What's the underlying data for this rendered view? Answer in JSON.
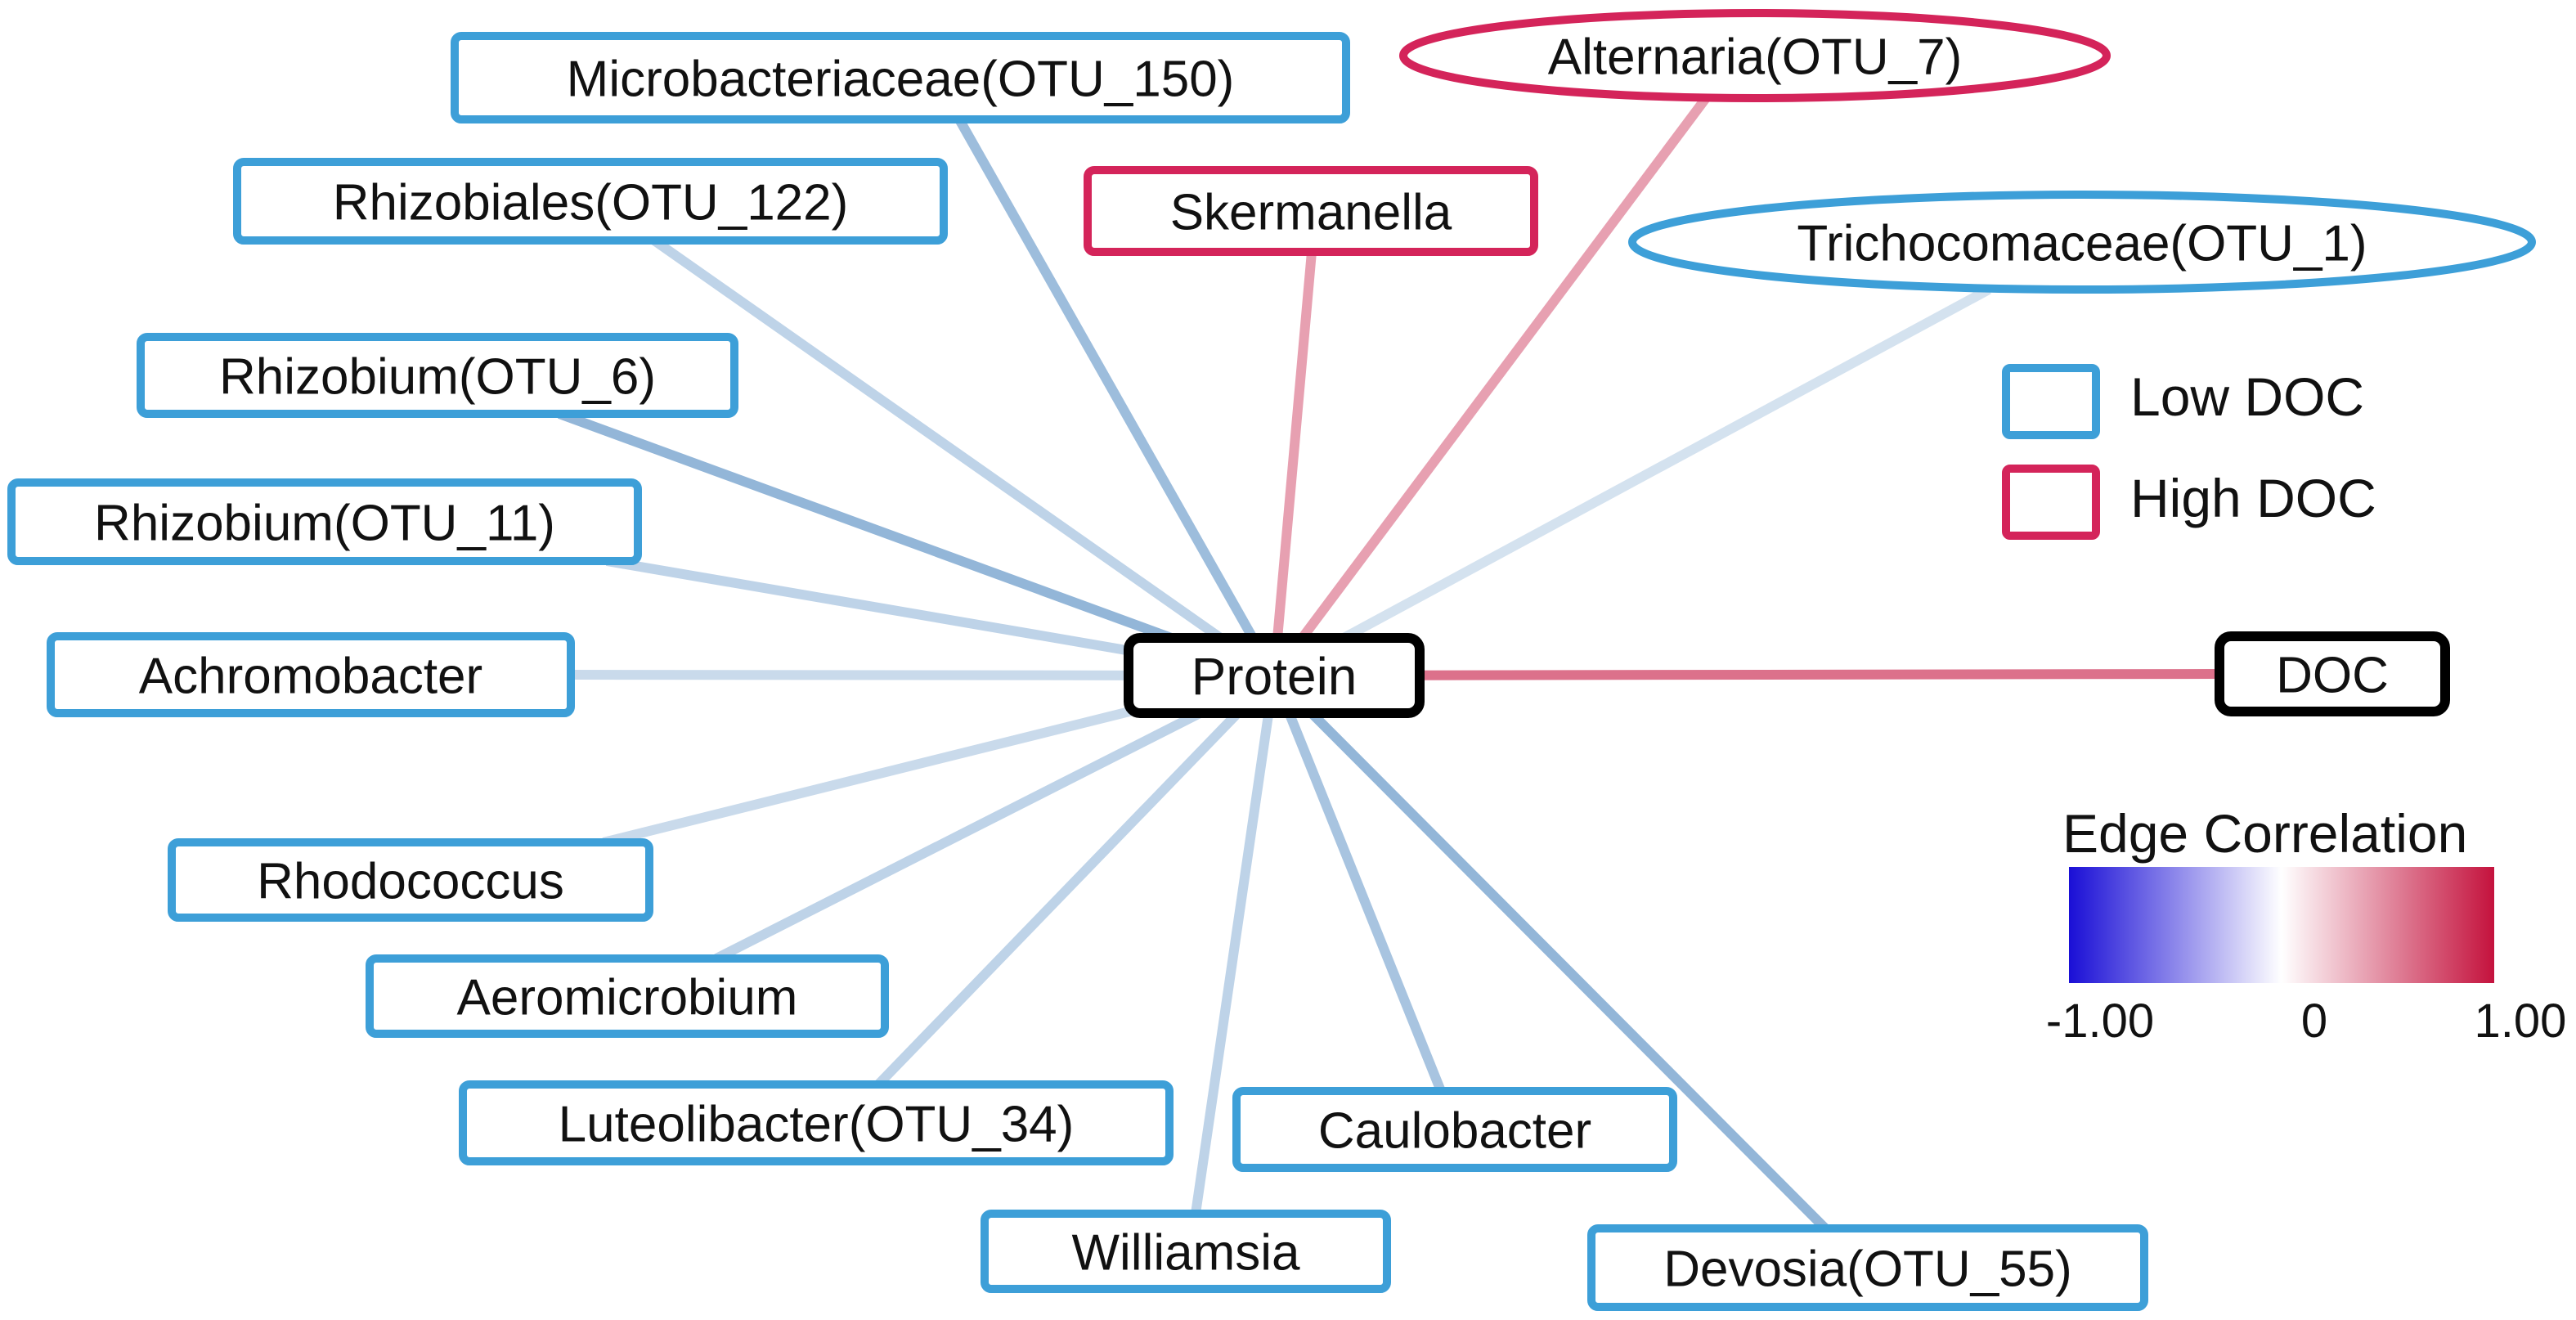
{
  "center": {
    "label": "Protein",
    "style": "hub"
  },
  "nodes": [
    {
      "id": "microbacteriaceae",
      "label": "Microbacteriaceae(OTU_150)",
      "group": "low",
      "shape": "rect"
    },
    {
      "id": "alternaria",
      "label": "Alternaria(OTU_7)",
      "group": "high",
      "shape": "ellipse"
    },
    {
      "id": "skermanella",
      "label": "Skermanella",
      "group": "high",
      "shape": "rect"
    },
    {
      "id": "rhizobiales",
      "label": "Rhizobiales(OTU_122)",
      "group": "low",
      "shape": "rect"
    },
    {
      "id": "trichocomaceae",
      "label": "Trichocomaceae(OTU_1)",
      "group": "low",
      "shape": "ellipse"
    },
    {
      "id": "rhizobium6",
      "label": "Rhizobium(OTU_6)",
      "group": "low",
      "shape": "rect"
    },
    {
      "id": "rhizobium11",
      "label": "Rhizobium(OTU_11)",
      "group": "low",
      "shape": "rect"
    },
    {
      "id": "achromobacter",
      "label": "Achromobacter",
      "group": "low",
      "shape": "rect"
    },
    {
      "id": "doc",
      "label": "DOC",
      "group": "hub",
      "shape": "rect"
    },
    {
      "id": "rhodococcus",
      "label": "Rhodococcus",
      "group": "low",
      "shape": "rect"
    },
    {
      "id": "aeromicrobium",
      "label": "Aeromicrobium",
      "group": "low",
      "shape": "rect"
    },
    {
      "id": "luteolibacter",
      "label": "Luteolibacter(OTU_34)",
      "group": "low",
      "shape": "rect"
    },
    {
      "id": "caulobacter",
      "label": "Caulobacter",
      "group": "low",
      "shape": "rect"
    },
    {
      "id": "williamsia",
      "label": "Williamsia",
      "group": "low",
      "shape": "rect"
    },
    {
      "id": "devosia",
      "label": "Devosia(OTU_55)",
      "group": "low",
      "shape": "rect"
    }
  ],
  "edges": [
    {
      "target": "microbacteriaceae",
      "correlation": -0.45
    },
    {
      "target": "rhizobiales",
      "correlation": -0.3
    },
    {
      "target": "rhizobium6",
      "correlation": -0.5
    },
    {
      "target": "rhizobium11",
      "correlation": -0.3
    },
    {
      "target": "achromobacter",
      "correlation": -0.25
    },
    {
      "target": "rhodococcus",
      "correlation": -0.25
    },
    {
      "target": "aeromicrobium",
      "correlation": -0.3
    },
    {
      "target": "luteolibacter",
      "correlation": -0.3
    },
    {
      "target": "williamsia",
      "correlation": -0.3
    },
    {
      "target": "caulobacter",
      "correlation": -0.4
    },
    {
      "target": "devosia",
      "correlation": -0.5
    },
    {
      "target": "trichocomaceae",
      "correlation": -0.2
    },
    {
      "target": "skermanella",
      "correlation": 0.4
    },
    {
      "target": "alternaria",
      "correlation": 0.4
    },
    {
      "target": "doc",
      "correlation": 0.6
    }
  ],
  "legend": {
    "low_label": "Low DOC",
    "high_label": "High DOC"
  },
  "colorbar": {
    "title": "Edge Correlation",
    "min_label": "-1.00",
    "mid_label": "0",
    "max_label": "1.00",
    "min": -1,
    "max": 1
  },
  "colors": {
    "low_border": "#3d9fd8",
    "high_border": "#d4245a",
    "hub_border": "#000000",
    "negative": "#1a0fd6",
    "positive": "#c4123d"
  }
}
